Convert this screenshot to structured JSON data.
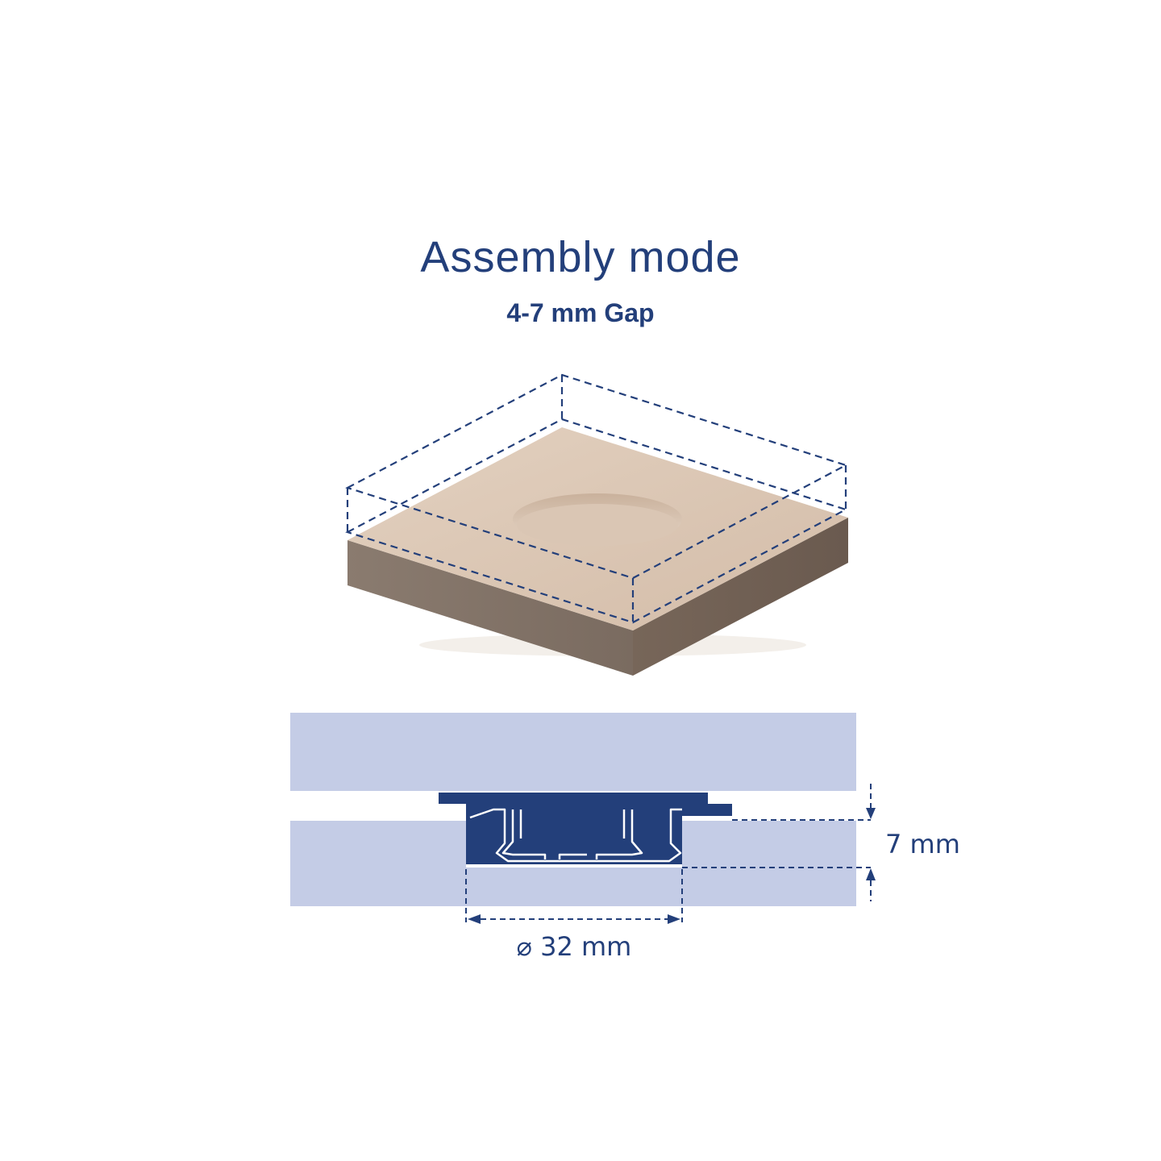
{
  "header": {
    "title": "Assembly mode",
    "subtitle": "4-7 mm Gap"
  },
  "dimensions": {
    "height_label": "7 mm",
    "diameter_label": "⌀ 32 mm"
  },
  "colors": {
    "text": "#233f7a",
    "panel": "#c4cce6",
    "connector": "#233f7a",
    "wood_top": "#dcc8b6",
    "wood_side": "#7d6e62",
    "dashed": "#233f7a"
  }
}
